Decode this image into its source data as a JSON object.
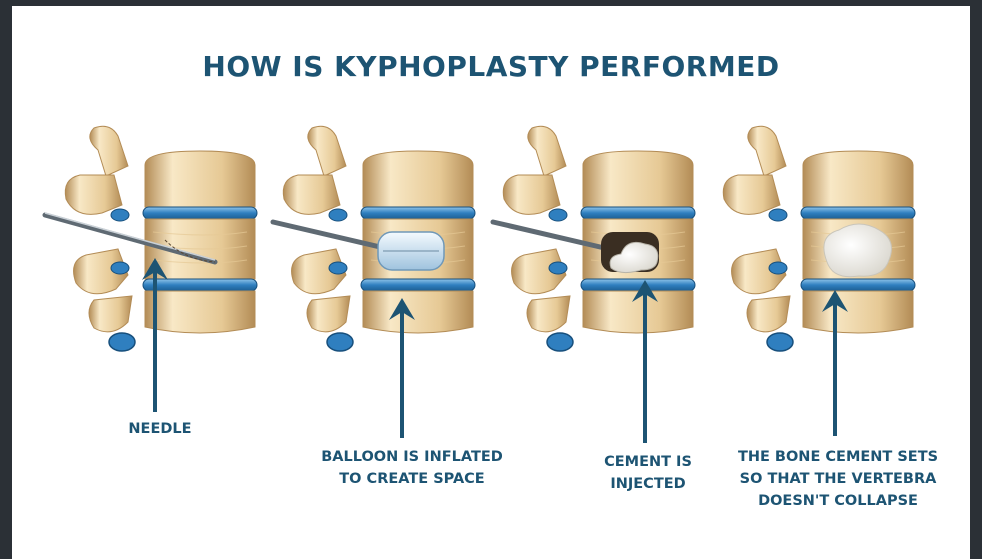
{
  "title": "HOW IS KYPHOPLASTY PERFORMED",
  "colors": {
    "text": "#1d5473",
    "arrow": "#1d5473",
    "bone_light": "#f8e8c6",
    "bone_mid": "#e6c995",
    "bone_dark": "#b38c56",
    "disc": "#2f7fbf",
    "disc_light": "#8fc4e9",
    "instrument": "#5f6a73",
    "balloon": "#d7e9f6",
    "cement": "#f2f2f0",
    "cavity": "#3a2e22",
    "background": "#ffffff",
    "frame": "#2b3036"
  },
  "steps": [
    {
      "name": "needle",
      "label": [
        "NEEDLE"
      ]
    },
    {
      "name": "balloon",
      "label": [
        "BALLOON IS INFLATED",
        "TO CREATE SPACE"
      ]
    },
    {
      "name": "cement-injected",
      "label": [
        "CEMENT IS",
        "INJECTED"
      ]
    },
    {
      "name": "cement-sets",
      "label": [
        "THE BONE CEMENT SETS",
        "SO THAT THE VERTEBRA",
        "DOESN'T COLLAPSE"
      ]
    }
  ]
}
